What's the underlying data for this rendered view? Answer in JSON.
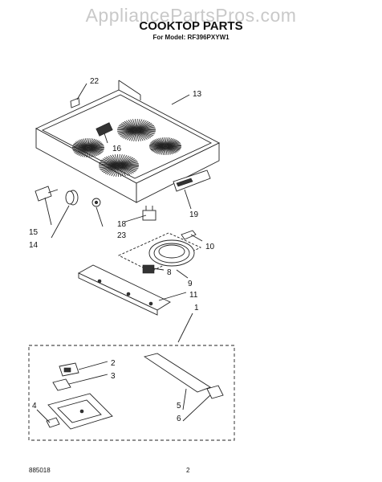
{
  "watermark": "AppliancePartsPros.com",
  "title": "COOKTOP PARTS",
  "subtitle": "For Model: RF396PXYW1",
  "footer": {
    "left": "885018",
    "center": "2"
  },
  "callouts": [
    "22",
    "13",
    "16",
    "15",
    "14",
    "19",
    "18",
    "23",
    "10",
    "8",
    "9",
    "11",
    "1",
    "2",
    "3",
    "4",
    "5",
    "6"
  ]
}
